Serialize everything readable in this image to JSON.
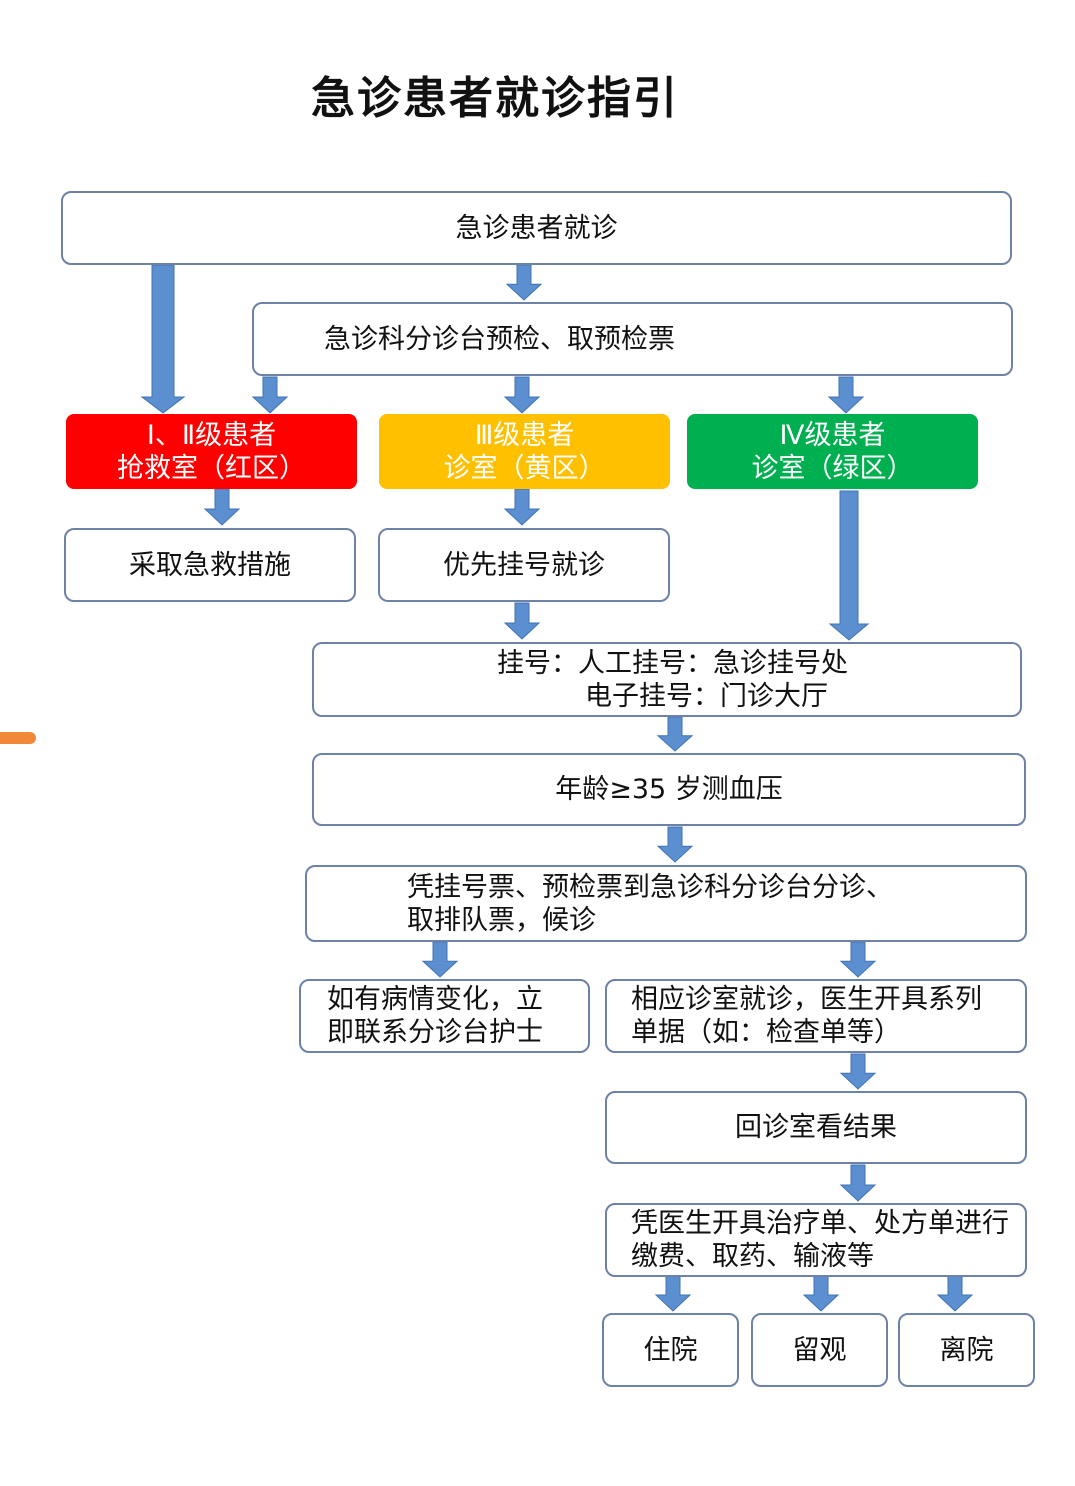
{
  "title": "急诊患者就诊指引",
  "colors": {
    "arrow": "#5b8fcf",
    "arrow_edge": "#3f73b3",
    "border": "#6d82a6",
    "red_zone": "#ff0000",
    "yellow_zone": "#ffc000",
    "green_zone": "#00b050",
    "orange_tab": "#f0883a"
  },
  "nodes": {
    "start": "急诊患者就诊",
    "triage": "急诊科分诊台预检、取预检票",
    "red_zone": {
      "line1": "Ⅰ、Ⅱ级患者",
      "line2": "抢救室（红区）"
    },
    "yellow_zone": {
      "line1": "Ⅲ级患者",
      "line2": "诊室（黄区）"
    },
    "green_zone": {
      "line1": "Ⅳ级患者",
      "line2": "诊室（绿区）"
    },
    "rescue": "采取急救措施",
    "priority": "优先挂号就诊",
    "registration": {
      "line1": "挂号：人工挂号：急诊挂号处",
      "line2": "电子挂号：门诊大厅"
    },
    "blood_pressure": "年龄≥35 岁测血压",
    "queue": {
      "line1": "凭挂号票、预检票到急诊科分诊台分诊、",
      "line2": "取排队票，候诊"
    },
    "contact_nurse": {
      "line1": "如有病情变化，立",
      "line2": "即联系分诊台护士"
    },
    "consult": {
      "line1": "相应诊室就诊，医生开具系列",
      "line2": "单据（如：检查单等）"
    },
    "results": "回诊室看结果",
    "payment": {
      "line1": "凭医生开具治疗单、处方单进行",
      "line2": "缴费、取药、输液等"
    },
    "hospitalize": "住院",
    "observe": "留观",
    "discharge": "离院"
  }
}
